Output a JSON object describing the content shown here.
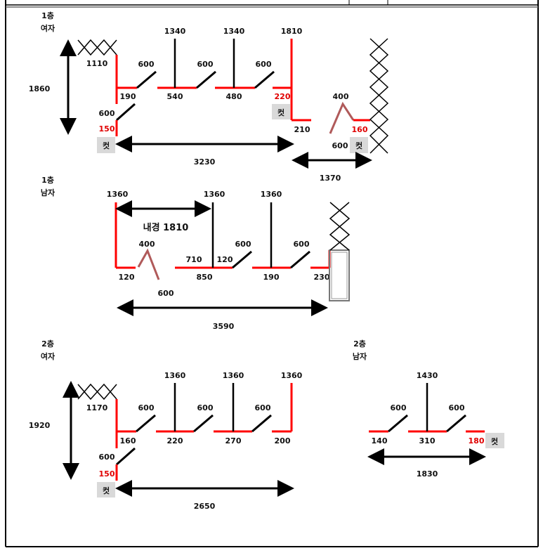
{
  "colors": {
    "wall": "#ff0000",
    "partition": "#000000",
    "door_alt": "#b05a5a",
    "cut_box": "#d9d9d9"
  },
  "cut_label": "컷",
  "floor1_women": {
    "floor": "1층",
    "gender": "여자",
    "height_total": "1860",
    "left_gap": "1110",
    "partition_heights": [
      "1340",
      "1340",
      "1810"
    ],
    "doors": [
      "600",
      "600",
      "600"
    ],
    "stall_widths": [
      "190",
      "540",
      "480"
    ],
    "red_220": "220",
    "bottom_right_210": "210",
    "lower_door": "600",
    "red_150": "150",
    "width_total": "3230",
    "right_door_top": "400",
    "red_160": "160",
    "right_door_bottom": "600",
    "right_width": "1370"
  },
  "floor1_men": {
    "floor": "1층",
    "gender": "남자",
    "height_left": "1360",
    "inner_diameter": "내경 1810",
    "left_wall": "120",
    "door_top": "400",
    "door_bottom": "600",
    "seg_710": "710",
    "seg_850": "850",
    "seg_120": "120",
    "partition_heights": [
      "1360",
      "1360"
    ],
    "doors": [
      "600",
      "600"
    ],
    "seg_190": "190",
    "seg_230": "230",
    "width_total": "3590"
  },
  "floor2_women": {
    "floor": "2층",
    "gender": "여자",
    "height_total": "1920",
    "left_gap": "1170",
    "partition_heights": [
      "1360",
      "1360",
      "1360"
    ],
    "doors": [
      "600",
      "600",
      "600"
    ],
    "stall_widths": [
      "160",
      "220",
      "270",
      "200"
    ],
    "lower_door": "600",
    "red_150": "150",
    "width_total": "2650"
  },
  "floor2_men": {
    "floor": "2층",
    "gender": "남자",
    "partition_height": "1430",
    "doors": [
      "600",
      "600"
    ],
    "seg_140": "140",
    "seg_310": "310",
    "red_180": "180",
    "width_total": "1830"
  }
}
